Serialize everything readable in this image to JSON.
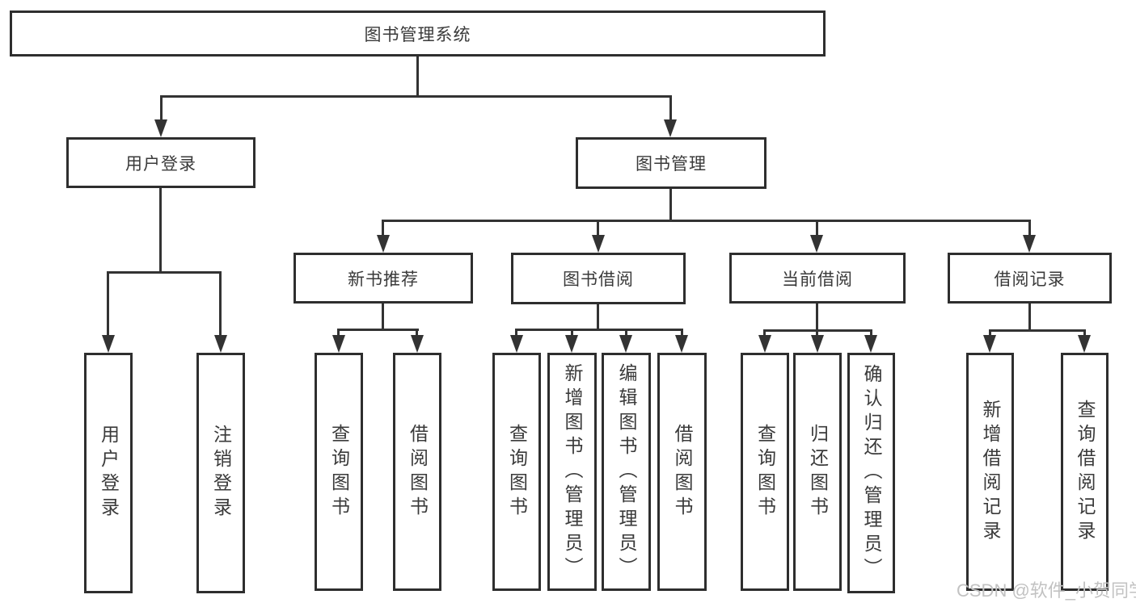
{
  "diagram": {
    "root": "图书管理系统",
    "level2": [
      "用户登录",
      "图书管理"
    ],
    "level3": [
      "新书推荐",
      "图书借阅",
      "当前借阅",
      "借阅记录"
    ],
    "leaves_user": [
      "用户登录",
      "注销登录"
    ],
    "leaves_newbook": [
      "查询图书",
      "借阅图书"
    ],
    "leaves_borrow": [
      "查询图书",
      "新增图书（管理员）",
      "编辑图书（管理员）",
      "借阅图书"
    ],
    "leaves_current": [
      "查询图书",
      "归还图书",
      "确认归还（管理员）"
    ],
    "leaves_record": [
      "新增借阅记录",
      "查询借阅记录"
    ]
  },
  "watermark": "CSDN @软件_小贺同学",
  "colors": {
    "line": "#333333",
    "text": "#3a3a3a",
    "background": "#ffffff",
    "watermark": "#c2c2c2"
  }
}
